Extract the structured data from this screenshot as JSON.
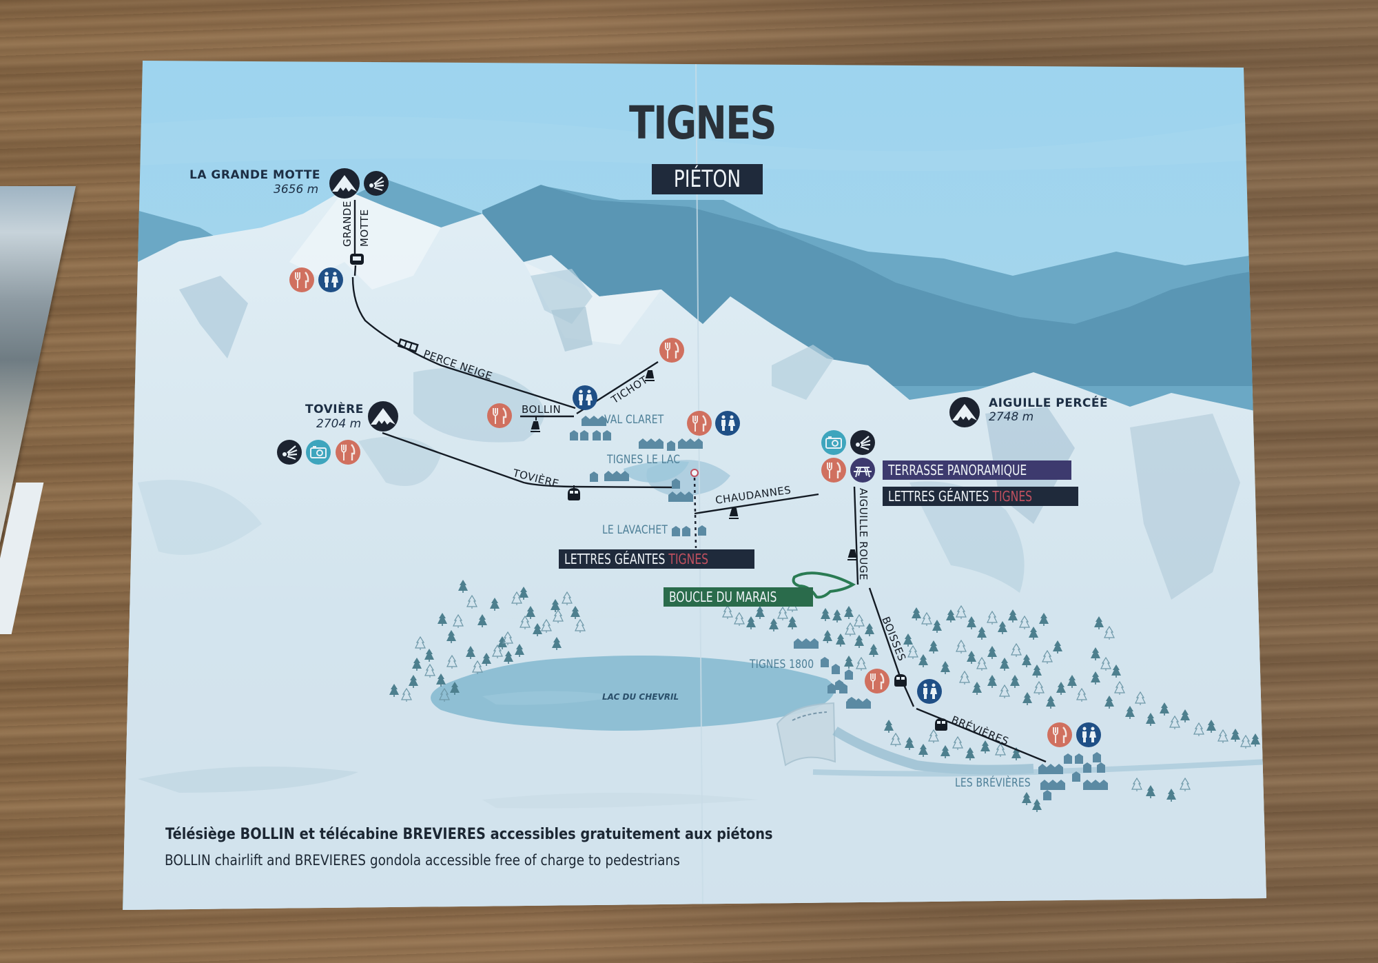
{
  "brochure": {
    "title": "TIGNES",
    "subtitle": "PIÉTON"
  },
  "peaks": [
    {
      "name": "LA GRANDE MOTTE",
      "altitude": "3656 m",
      "icons": [
        "mountain-peak-icon",
        "panorama-viewpoint-icon"
      ]
    },
    {
      "name": "TOVIÈRE",
      "altitude": "2704 m",
      "icons": [
        "mountain-peak-icon"
      ]
    },
    {
      "name": "AIGUILLE PERCÉE",
      "altitude": "2748 m",
      "icons": [
        "mountain-peak-icon"
      ]
    }
  ],
  "lifts": [
    {
      "name": "GRANDE MOTTE",
      "name_line1": "GRANDE",
      "name_line2": "MOTTE",
      "type": "cable-car"
    },
    {
      "name": "PERCE NEIGE",
      "type": "funicular"
    },
    {
      "name": "BOLLIN",
      "type": "chairlift"
    },
    {
      "name": "TICHOT",
      "type": "chairlift"
    },
    {
      "name": "TOVIÈRE",
      "type": "gondola"
    },
    {
      "name": "CHAUDANNES",
      "type": "chairlift"
    },
    {
      "name": "AIGUILLE ROUGE",
      "type": "chairlift"
    },
    {
      "name": "BOISSES",
      "type": "gondola"
    },
    {
      "name": "BRÉVIÈRES",
      "type": "gondola"
    }
  ],
  "villages": [
    {
      "name": "VAL CLARET"
    },
    {
      "name": "TIGNES LE LAC"
    },
    {
      "name": "LE LAVACHET"
    },
    {
      "name": "TIGNES 1800"
    },
    {
      "name": "LES BRÉVIÈRES"
    }
  ],
  "lakes": [
    {
      "name": "LAC DU CHEVRIL"
    }
  ],
  "highlights": {
    "lettres_geantes_center": {
      "text": "LETTRES GÉANTES",
      "accent": "TIGNES"
    },
    "terrasse_panoramique": {
      "text": "TERRASSE PANORAMIQUE"
    },
    "lettres_geantes_right": {
      "text": "LETTRES GÉANTES",
      "accent": "TIGNES"
    },
    "boucle_du_marais": {
      "text": "BOUCLE DU MARAIS"
    }
  },
  "icon_legend": {
    "restaurant": {
      "name": "restaurant-icon",
      "color": "#d0705f"
    },
    "toilets": {
      "name": "toilets-icon",
      "color": "#1f4f86"
    },
    "viewpoint": {
      "name": "panorama-viewpoint-icon",
      "color": "#1c2330"
    },
    "photo": {
      "name": "camera-icon",
      "color": "#3ea5bd"
    },
    "picnic": {
      "name": "picnic-table-icon",
      "color": "#3d3a6e"
    },
    "peak": {
      "name": "mountain-peak-icon",
      "color": "#1c2330"
    }
  },
  "footer": {
    "french": "Télésiège BOLLIN et télécabine BREVIERES accessibles gratuitement aux piétons",
    "english": "BOLLIN chairlift and BREVIERES gondola accessible free of charge to pedestrians"
  },
  "colors": {
    "sky": "#9fd3ec",
    "mountain_far": "#5f9fbd",
    "snow": "#dbe9f1",
    "lake": "#8fbfd4",
    "tree": "#4d7f8e",
    "dark_navy": "#1f2a3b",
    "accent_red": "#c0505f",
    "green_tag": "#2a6b4b",
    "purple_tag": "#3d3a6e"
  }
}
